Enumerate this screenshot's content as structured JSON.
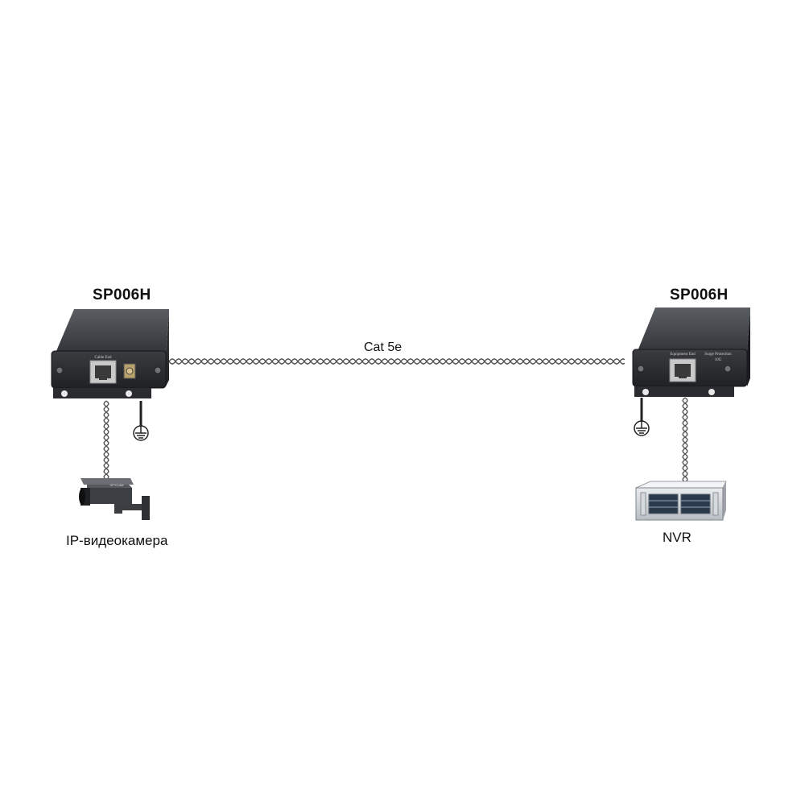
{
  "devices": {
    "left": {
      "title": "SP006H",
      "port_label": "Cable End"
    },
    "right": {
      "title": "SP006H",
      "port_label": "Equipment End",
      "side_label": "Surge Protection",
      "side_sub": "10G"
    }
  },
  "cable": {
    "label": "Cat 5e"
  },
  "endpoints": {
    "camera": {
      "caption": "IP-видеокамера",
      "badge": "SPYCAM"
    },
    "nvr": {
      "caption": "NVR"
    }
  },
  "colors": {
    "device_body": "#2b2d30",
    "device_top": "#4a4d52",
    "cable": "#555555",
    "ground": "#222222"
  }
}
